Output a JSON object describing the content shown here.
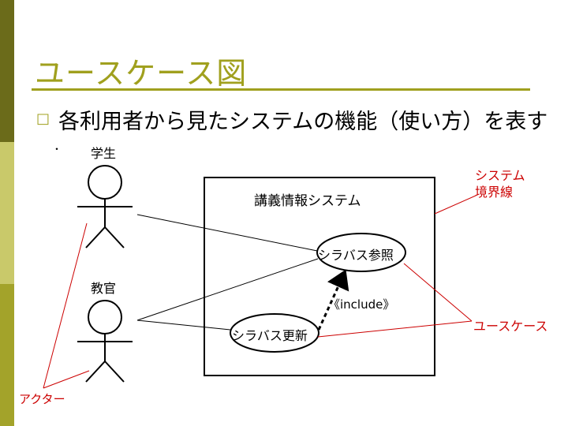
{
  "slide": {
    "title": "ユースケース図",
    "bullet": "各利用者から見たシステムの機能（使い方）を表す",
    "sub_bullet": "・"
  },
  "diagram": {
    "system_name": "講義情報システム",
    "actors": [
      {
        "label": "学生"
      },
      {
        "label": "教官"
      }
    ],
    "use_cases": [
      {
        "label": "シラバス参照"
      },
      {
        "label": "シラバス更新"
      }
    ],
    "include_label": "《include》",
    "annotations": {
      "system_boundary": [
        "システム",
        "境界線"
      ],
      "use_case": "ユースケース",
      "actor": "アクター"
    }
  },
  "colors": {
    "accent": "#a0a01e",
    "annotation": "#cc0000"
  }
}
